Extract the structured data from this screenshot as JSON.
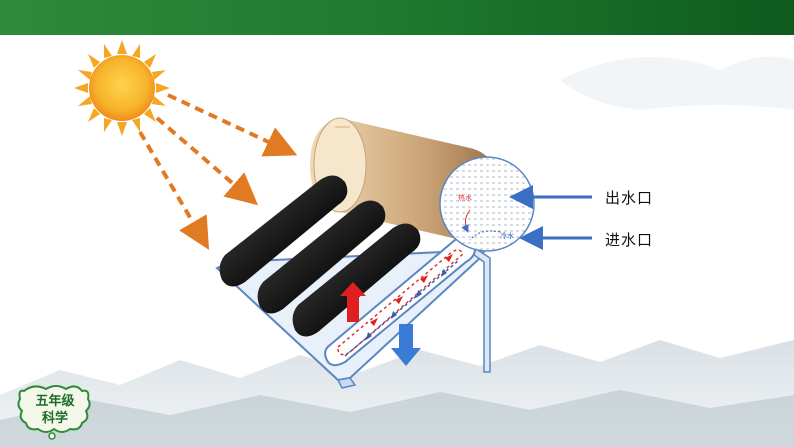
{
  "labels": {
    "outlet": "出水口",
    "inlet": "进水口"
  },
  "badge": {
    "line1": "五年级",
    "line2": "科学"
  },
  "diagram_text": {
    "hot": "热水",
    "cold": "冷水"
  },
  "colors": {
    "top_bar": "#1e7a2e",
    "sun": "#f5a623",
    "ray": "#e07b24",
    "hot_arrow": "#e02020",
    "cold_arrow": "#3a7bd5"
  }
}
